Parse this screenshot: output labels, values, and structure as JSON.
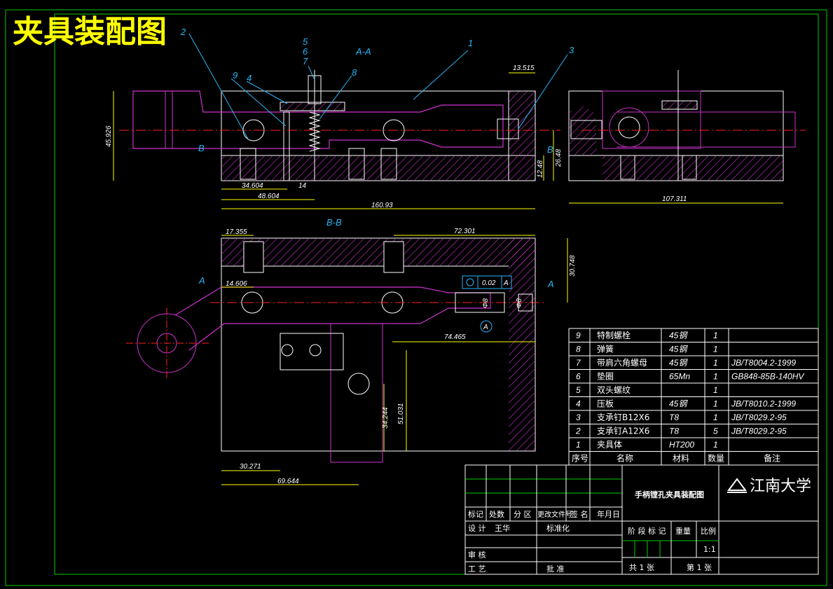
{
  "title": "夹具装配图",
  "section_labels": {
    "aa": "A-A",
    "bb": "B-B",
    "a_left": "A",
    "a_right": "A",
    "b_left": "B",
    "b_right": "B",
    "datum": "A"
  },
  "balloons": [
    "1",
    "2",
    "3",
    "4",
    "5",
    "6",
    "7",
    "8",
    "9"
  ],
  "dimensions": {
    "d_45926": "45.926",
    "d_13515": "13.515",
    "d_26_48": "26.48",
    "d_12_48": "12.48",
    "d_34604": "34.604",
    "d_48604": "48.604",
    "d_14": "14",
    "d_16093": "160.93",
    "d_107311": "107.311",
    "d_17355": "17.355",
    "d_72301": "72.301",
    "d_30748": "30.748",
    "d_14606": "14.606",
    "d_74465": "74.465",
    "d_34244": "34.244",
    "d_51031": "51.031",
    "d_30271": "30.271",
    "d_69644": "69.644",
    "phi8a": "Φ8",
    "phi8b": "Φ8"
  },
  "tolerance_frame": {
    "value": "0.02",
    "datum": "A"
  },
  "bom": {
    "rows": [
      {
        "no": "9",
        "name": "特制螺栓",
        "material": "45钢",
        "qty": "1",
        "remark": ""
      },
      {
        "no": "8",
        "name": "弹簧",
        "material": "45钢",
        "qty": "1",
        "remark": ""
      },
      {
        "no": "7",
        "name": "带肩六角螺母",
        "material": "45钢",
        "qty": "1",
        "remark": "JB/T8004.2-1999"
      },
      {
        "no": "6",
        "name": "垫圈",
        "material": "65Mn",
        "qty": "1",
        "remark": "GB848-85B-140HV"
      },
      {
        "no": "5",
        "name": "双头螺纹",
        "material": "",
        "qty": "1",
        "remark": ""
      },
      {
        "no": "4",
        "name": "压板",
        "material": "45钢",
        "qty": "1",
        "remark": "JB/T8010.2-1999"
      },
      {
        "no": "3",
        "name": "支承钉B12X6",
        "material": "T8",
        "qty": "1",
        "remark": "JB/T8029.2-95"
      },
      {
        "no": "2",
        "name": "支承钉A12X6",
        "material": "T8",
        "qty": "5",
        "remark": "JB/T8029.2-95"
      },
      {
        "no": "1",
        "name": "夹具体",
        "material": "HT200",
        "qty": "1",
        "remark": ""
      }
    ],
    "header": {
      "no": "序号",
      "name": "名称",
      "material": "材料",
      "qty": "数量",
      "remark": "备注"
    }
  },
  "title_block": {
    "drawing_name": "手柄镗孔夹具装配图",
    "school": "江南大学",
    "mark": "标记",
    "count": "处数",
    "zone": "分 区",
    "doc": "更改文件号",
    "sign": "签 名",
    "date": "年月日",
    "design": "设 计",
    "designer": "王华",
    "standard": "标准化",
    "stage": "阶 段 标 记",
    "weight": "重量",
    "scale": "比例",
    "scale_val": "1:1",
    "review": "审 核",
    "process": "工 艺",
    "approve": "批 准",
    "total": "共 1 张",
    "sheet": "第 1 张"
  },
  "colors": {
    "frame": "#00cc00",
    "part": "#cc33cc",
    "dim": "#ffff00",
    "hatch": "#cc33cc",
    "center": "#ff2020",
    "leader": "#29b6f6",
    "text": "#ffffff"
  }
}
